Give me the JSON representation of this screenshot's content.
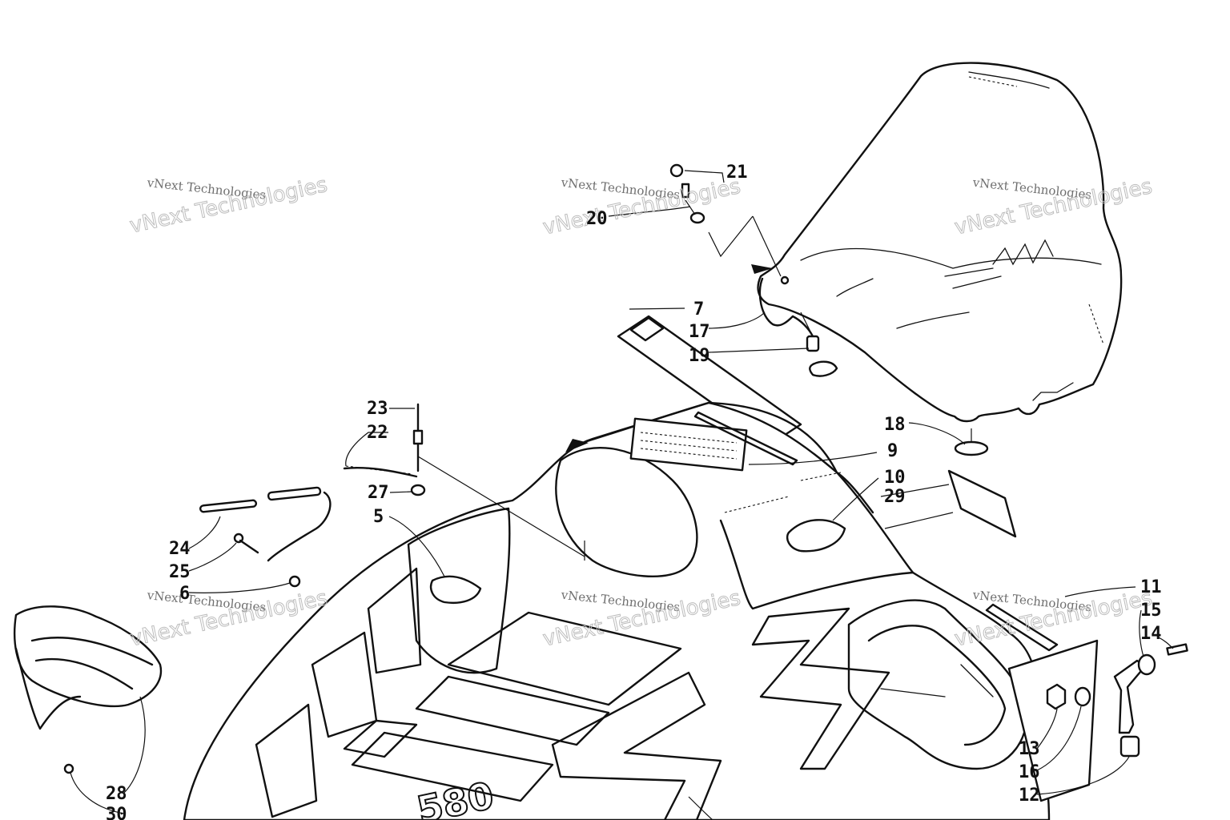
{
  "diagram": {
    "callouts": [
      {
        "id": "21",
        "label": "21"
      },
      {
        "id": "20",
        "label": "20"
      },
      {
        "id": "7",
        "label": "7"
      },
      {
        "id": "17",
        "label": "17"
      },
      {
        "id": "19",
        "label": "19"
      },
      {
        "id": "18",
        "label": "18"
      },
      {
        "id": "23",
        "label": "23"
      },
      {
        "id": "22",
        "label": "22"
      },
      {
        "id": "9",
        "label": "9"
      },
      {
        "id": "27",
        "label": "27"
      },
      {
        "id": "10",
        "label": "10"
      },
      {
        "id": "29",
        "label": "29"
      },
      {
        "id": "5",
        "label": "5"
      },
      {
        "id": "24",
        "label": "24"
      },
      {
        "id": "25",
        "label": "25"
      },
      {
        "id": "6",
        "label": "6"
      },
      {
        "id": "11",
        "label": "11"
      },
      {
        "id": "15",
        "label": "15"
      },
      {
        "id": "14",
        "label": "14"
      },
      {
        "id": "13",
        "label": "13"
      },
      {
        "id": "16",
        "label": "16"
      },
      {
        "id": "12",
        "label": "12"
      },
      {
        "id": "28",
        "label": "28"
      },
      {
        "id": "30",
        "label": "30"
      }
    ],
    "hood_decal": "580",
    "watermarks": [
      {
        "small": "vNext Technologies",
        "large": "vNext Technologies"
      },
      {
        "small": "vNext Technologies",
        "large": "vNext Technologies"
      },
      {
        "small": "vNext Technologies",
        "large": "vNext Technologies"
      },
      {
        "small": "vNext Technologies",
        "large": "vNext Technologies"
      },
      {
        "small": "vNext Technologies",
        "large": "vNext Technologies"
      },
      {
        "small": "vNext Technologies",
        "large": "vNext Technologies"
      }
    ]
  }
}
